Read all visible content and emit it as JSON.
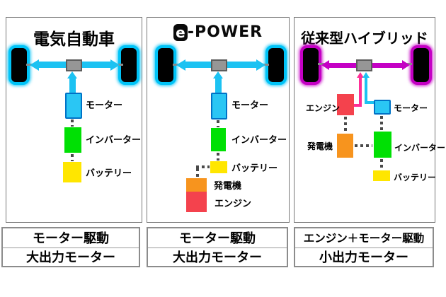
{
  "panels": [
    {
      "title": "電気自動車",
      "components": {
        "motor": "モーター",
        "inverter": "インバーター",
        "battery": "バッテリー"
      },
      "footer": [
        "モーター駆動",
        "大出力モーター"
      ]
    },
    {
      "logo": {
        "badge": "e",
        "text": "-POWER"
      },
      "components": {
        "motor": "モーター",
        "inverter": "インバーター",
        "battery": "バッテリー",
        "generator": "発電機",
        "engine": "エンジン"
      },
      "footer": [
        "モーター駆動",
        "大出力モーター"
      ]
    },
    {
      "title": "従来型ハイブリッド",
      "components": {
        "engine": "エンジン",
        "motor": "モーター",
        "generator": "発電機",
        "inverter": "インバーター",
        "battery": "バッテリー"
      },
      "footer": [
        "エンジン＋モーター駆動",
        "小出力モーター"
      ]
    }
  ],
  "colors": {
    "ev_accent": "#1cc2f2",
    "motor_border": "#0072c6",
    "hybrid_accent": "#c400c4",
    "engine_line": "#ff2f96",
    "inverter": "#00e004",
    "battery": "#ffe600",
    "generator": "#f7941e",
    "engine": "#f4424d"
  }
}
